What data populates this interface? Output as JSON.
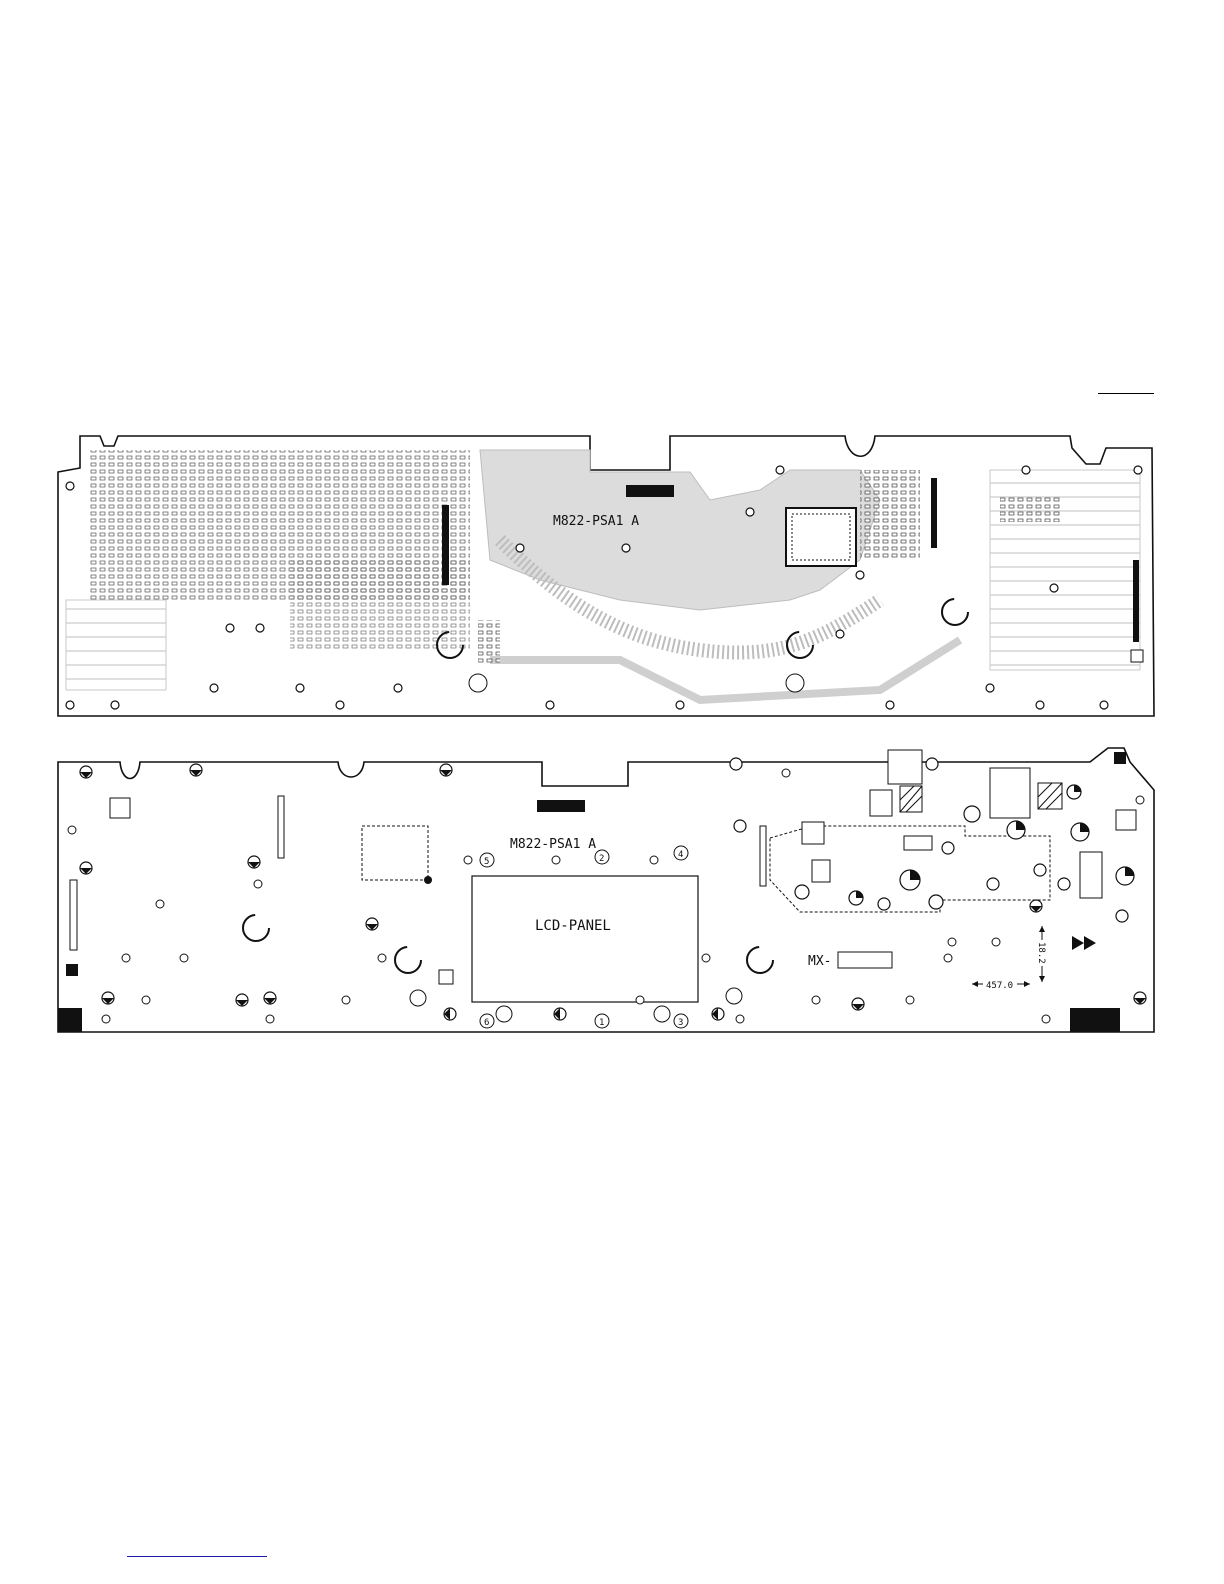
{
  "top_board": {
    "title": "M822-PSA1 A"
  },
  "bottom_board": {
    "title": "M822-PSA1 A",
    "lcd_label": "LCD-PANEL",
    "mx_label": "MX-",
    "dim_width": "457.0",
    "dim_height": "18.2",
    "markers": [
      "1",
      "2",
      "3",
      "4",
      "5",
      "6"
    ],
    "play_icon": "fast-forward-icon"
  },
  "colors": {
    "board_fill": "#ffffff",
    "copper_zone": "#dcdcdc",
    "trace": "#bdbdbd",
    "ink": "#111111"
  }
}
